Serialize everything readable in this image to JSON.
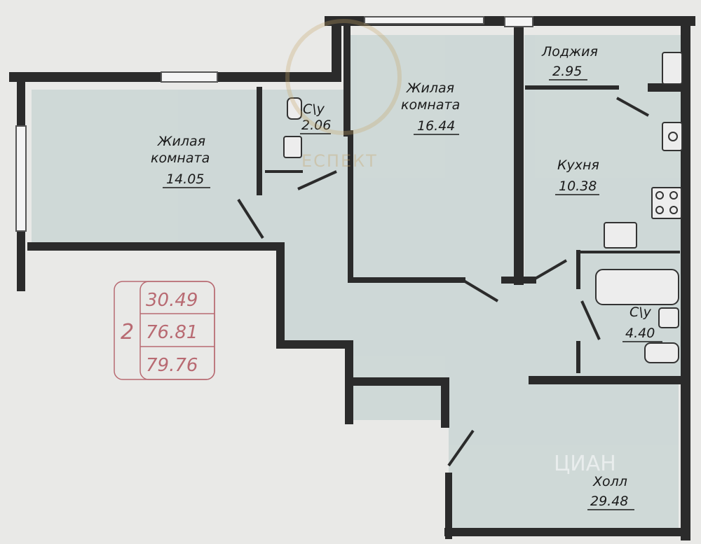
{
  "rooms": [
    {
      "id": "living1",
      "name_line1": "Жилая",
      "name_line2": "комната",
      "area": "14.05"
    },
    {
      "id": "bath_small",
      "name_line1": "С\\у",
      "area": "2.06"
    },
    {
      "id": "living2",
      "name_line1": "Жилая",
      "name_line2": "комната",
      "area": "16.44"
    },
    {
      "id": "loggia",
      "name_line1": "Лоджия",
      "area": "2.95"
    },
    {
      "id": "kitchen",
      "name_line1": "Кухня",
      "area": "10.38"
    },
    {
      "id": "bath_large",
      "name_line1": "С\\у",
      "area": "4.40"
    },
    {
      "id": "hall",
      "name_line1": "Холл",
      "area": "29.48"
    }
  ],
  "summary": {
    "room_count": "2",
    "living_area": "30.49",
    "total_area": "76.81",
    "total_with_loggia": "79.76"
  },
  "watermarks": {
    "brand": "ЕСПЕКТ",
    "bottom": "ЦИАН"
  },
  "colors": {
    "wall": "#2b2b2b",
    "floor": "#c3d1d0",
    "background": "#e9e9e7",
    "legend": "#b86a72"
  }
}
